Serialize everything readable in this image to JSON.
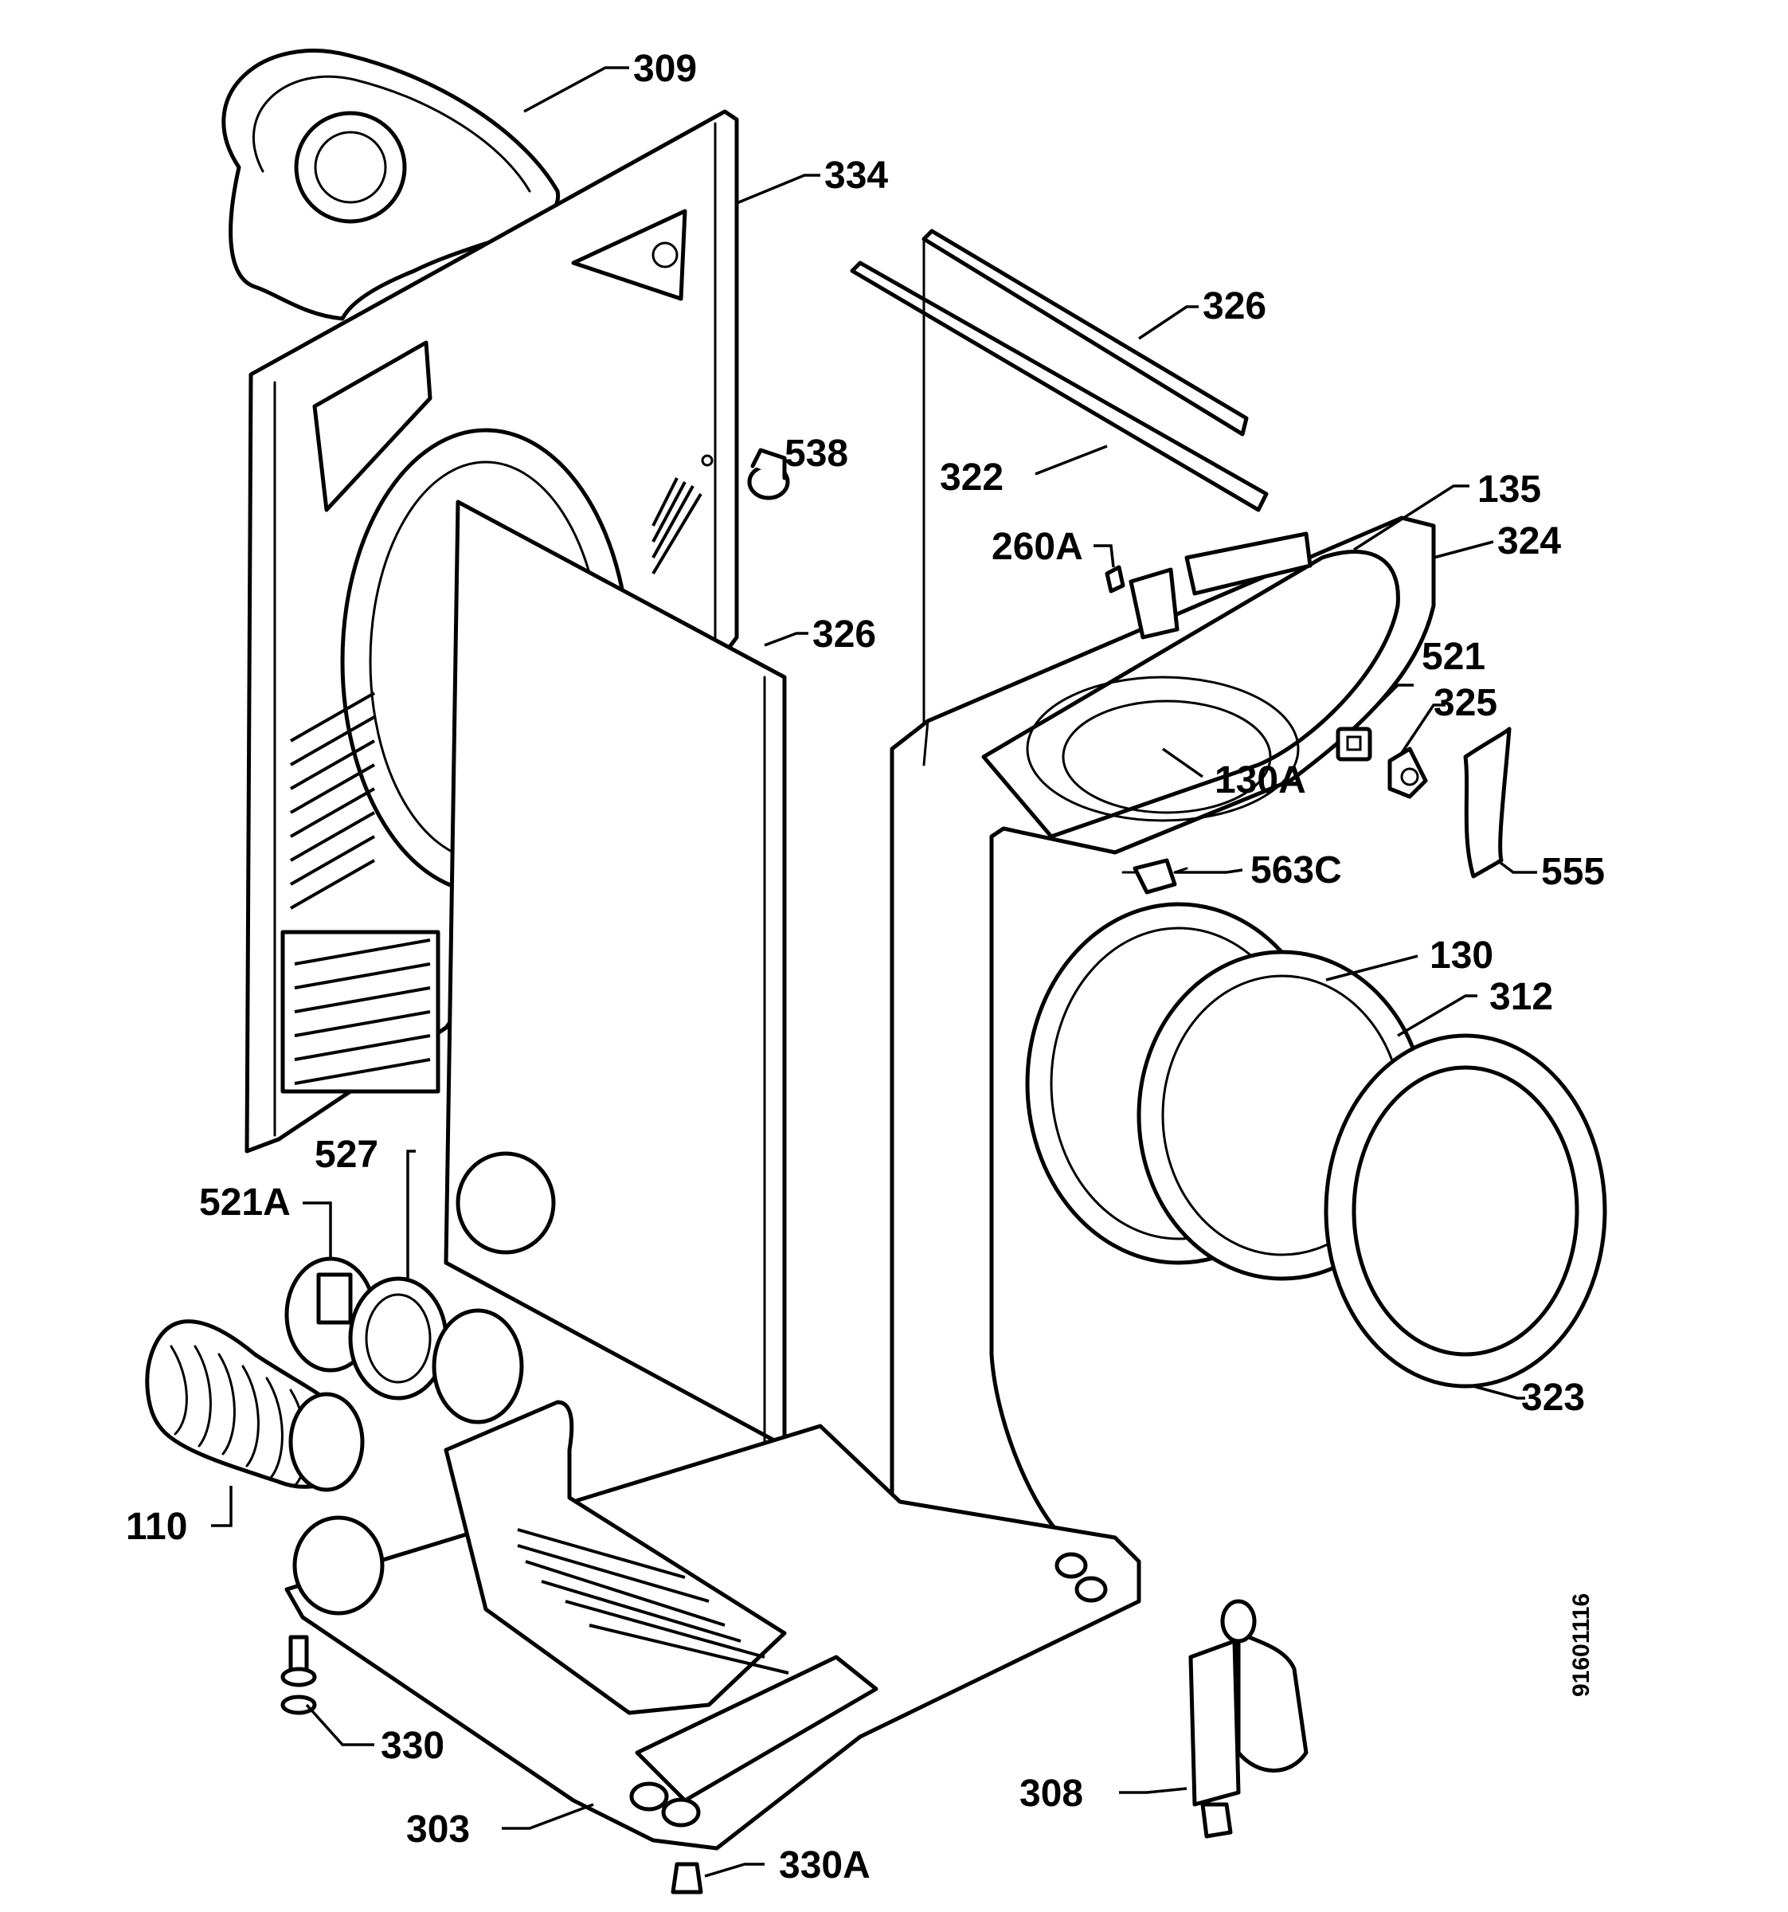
{
  "document_number": "91601116",
  "parts": [
    {
      "id": "309",
      "label": "309"
    },
    {
      "id": "334",
      "label": "334"
    },
    {
      "id": "326-top",
      "label": "326"
    },
    {
      "id": "538",
      "label": "538"
    },
    {
      "id": "322",
      "label": "322"
    },
    {
      "id": "135",
      "label": "135"
    },
    {
      "id": "260A",
      "label": "260A"
    },
    {
      "id": "324",
      "label": "324"
    },
    {
      "id": "326-mid",
      "label": "326"
    },
    {
      "id": "521",
      "label": "521"
    },
    {
      "id": "325",
      "label": "325"
    },
    {
      "id": "130A",
      "label": "130A"
    },
    {
      "id": "555",
      "label": "555"
    },
    {
      "id": "563C",
      "label": "563C"
    },
    {
      "id": "130",
      "label": "130"
    },
    {
      "id": "312",
      "label": "312"
    },
    {
      "id": "527",
      "label": "527"
    },
    {
      "id": "521A",
      "label": "521A"
    },
    {
      "id": "323",
      "label": "323"
    },
    {
      "id": "110",
      "label": "110"
    },
    {
      "id": "330",
      "label": "330"
    },
    {
      "id": "308",
      "label": "308"
    },
    {
      "id": "303",
      "label": "303"
    },
    {
      "id": "330A",
      "label": "330A"
    }
  ]
}
